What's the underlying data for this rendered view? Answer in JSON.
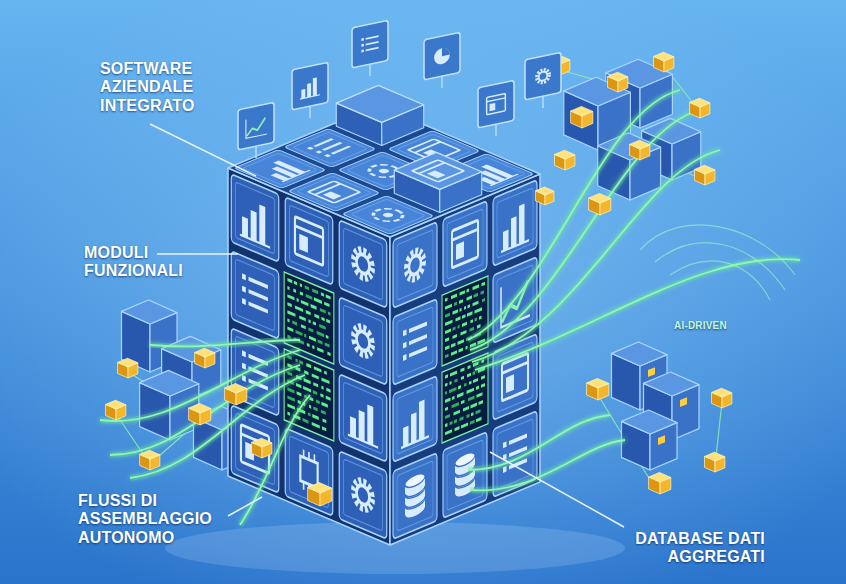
{
  "diagram": {
    "labels": [
      "SOFTWARE AZIENDALE INTEGRATO",
      "MODULI FUNZIONALI",
      "FLUSSI DI ASSEMBLAGGIO AUTONOMO",
      "DATABASE DATI AGGREGATI",
      "AI-DRIVEN"
    ]
  }
}
